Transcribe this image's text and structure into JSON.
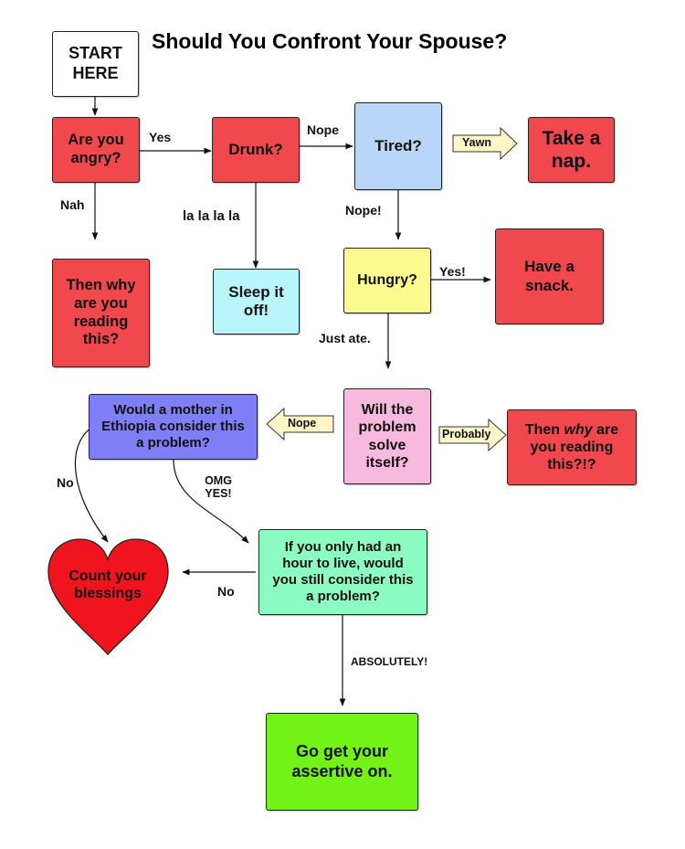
{
  "title": "Should You Confront Your Spouse?",
  "colors": {
    "red": "#f0484d",
    "blue": "#b9d5f7",
    "cyan": "#b8f6fb",
    "yellow": "#fcfa8e",
    "pink": "#f8b9de",
    "purple": "#7f7ff5",
    "mint": "#8cfbc1",
    "green": "#73f218",
    "heart": "#f0141e",
    "arrow_tag": "#fcf7c6",
    "start": "#ffffff"
  },
  "nodes": {
    "start": "START HERE",
    "angry": "Are you angry?",
    "drunk": "Drunk?",
    "tired": "Tired?",
    "nap": "Take a nap.",
    "why_reading": "Then why are you reading this?",
    "sleep": "Sleep it off!",
    "hungry": "Hungry?",
    "snack": "Have a snack.",
    "mother": "Would a mother in Ethiopia consider this a problem?",
    "solve": "Will the problem solve itself?",
    "why_reading2_pre": "Then ",
    "why_reading2_em": "why",
    "why_reading2_post": " are you reading this?!?",
    "hour": "If you only had an hour to live, would you still consider this a problem?",
    "blessings": "Count your blessings",
    "assertive": "Go get your assertive on."
  },
  "labels": {
    "yes": "Yes",
    "nope": "Nope",
    "nah": "Nah",
    "lalala": "la la la la",
    "nope_excl": "Nope!",
    "yes_excl": "Yes!",
    "just_ate": "Just ate.",
    "no_left": "No",
    "omg": "OMG YES!",
    "no_bottom": "No",
    "absolutely": "ABSOLUTELY!"
  },
  "arrow_tags": {
    "yawn": "Yawn",
    "nope": "Nope",
    "probably": "Probably"
  }
}
